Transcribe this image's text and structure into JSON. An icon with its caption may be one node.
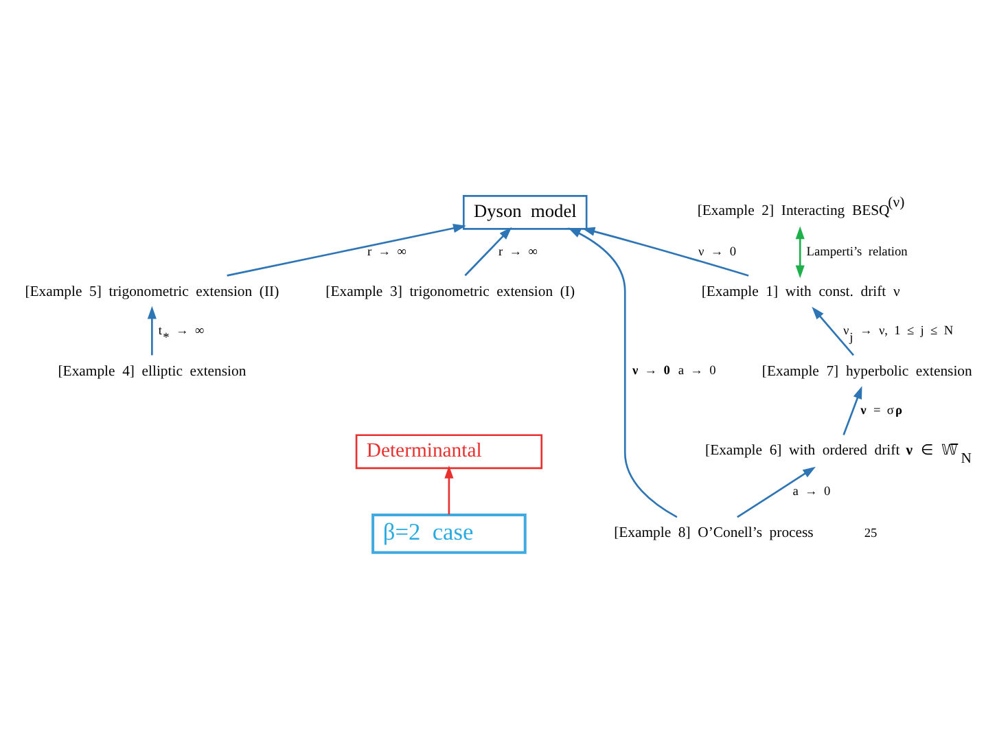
{
  "diagram": {
    "nodes": [
      {
        "text": [
          "β=2 case"
        ]
      },
      {
        "text": [
          "Determinantal"
        ]
      },
      {
        "text": [
          "[Example 4] elliptic extension"
        ]
      },
      {
        "text": [
          "[Example 5] trigonometric extension (II)"
        ]
      },
      {
        "text": [
          "[Example 3] trigonometric extension (I)"
        ]
      },
      {
        "text": [
          "Dyson model"
        ]
      },
      {
        "text": [
          "[Example 1] with const. drift ν"
        ]
      },
      {
        "text": [
          "[Example 2] Interacting BESQ$^{(ν)}$"
        ]
      },
      {
        "text": [
          "[Example 7] hyperbolic extension"
        ]
      },
      {
        "text": [
          "[Example 6] with ordered drift **ν** ∈ 𝕎̅$_{N}$"
        ]
      },
      {
        "text": [
          "[Example 8] O’Conell’s process"
        ]
      }
    ],
    "edges": [
      {
        "from": 0,
        "to": 1,
        "arrow": "to",
        "color": "#e8312f"
      },
      {
        "from": 2,
        "to": 3,
        "arrow": "to",
        "label": "t$_{*}$ → ∞"
      },
      {
        "from": 3,
        "to": 5,
        "arrow": "to",
        "label": "r → ∞"
      },
      {
        "from": 4,
        "to": 5,
        "arrow": "to",
        "label": "r → ∞"
      },
      {
        "from": 10,
        "to": 5,
        "arrow": "to",
        "label": "**ν → 0** a → 0"
      },
      {
        "from": 6,
        "to": 5,
        "arrow": "to",
        "label": "ν → 0"
      },
      {
        "from": 6,
        "to": 7,
        "arrow": "both",
        "label": "Lamperti’s relation",
        "color": "#1eb04a"
      },
      {
        "from": 8,
        "to": 6,
        "arrow": "to",
        "label": "ν$_{j}$ → ν, 1 ≤ j ≤ N"
      },
      {
        "from": 9,
        "to": 8,
        "arrow": "to",
        "label": "**ν** = σ**ρ**"
      },
      {
        "from": 10,
        "to": 9,
        "arrow": "to",
        "label": "a → 0"
      }
    ],
    "labels": [
      "25"
    ]
  }
}
